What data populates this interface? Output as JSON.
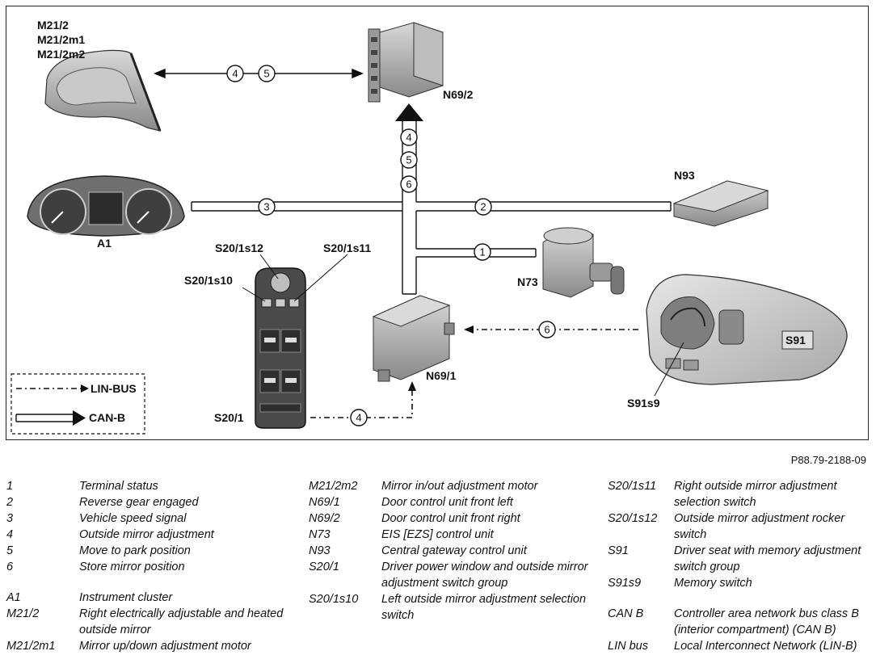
{
  "diagram": {
    "labels": {
      "mirror_1": "M21/2",
      "mirror_2": "M21/2m1",
      "mirror_3": "M21/2m2",
      "door_right": "N69/2",
      "gateway": "N93",
      "cluster": "A1",
      "switch_s12": "S20/1s12",
      "switch_s11": "S20/1s11",
      "switch_s10": "S20/1s10",
      "switch_group": "S20/1",
      "eis": "N73",
      "door_left": "N69/1",
      "seat": "S91",
      "memory_switch": "S91s9"
    },
    "markers": {
      "m_mirror_4": "4",
      "m_mirror_5": "5",
      "m_vert_4": "4",
      "m_vert_5": "5",
      "m_vert_6": "6",
      "m_bus_3": "3",
      "m_bus_2": "2",
      "m_eis_1": "1",
      "m_seat_6": "6",
      "m_switch_4": "4"
    },
    "bus_legend": {
      "lin": "LIN-BUS",
      "can": "CAN-B"
    }
  },
  "reference": "P88.79-2188-09",
  "legend": {
    "col1": [
      {
        "code": "1",
        "desc": "Terminal status"
      },
      {
        "code": "2",
        "desc": "Reverse gear engaged"
      },
      {
        "code": "3",
        "desc": "Vehicle speed signal"
      },
      {
        "code": "4",
        "desc": "Outside mirror adjustment"
      },
      {
        "code": "5",
        "desc": "Move to park position"
      },
      {
        "code": "6",
        "desc": "Store mirror position"
      },
      {
        "code": "A1",
        "desc": "Instrument cluster"
      },
      {
        "code": "M21/2",
        "desc": "Right electrically adjustable and heated outside mirror"
      },
      {
        "code": "M21/2m1",
        "desc": "Mirror up/down adjustment motor"
      }
    ],
    "col2": [
      {
        "code": "M21/2m2",
        "desc": "Mirror in/out adjustment motor"
      },
      {
        "code": "N69/1",
        "desc": "Door control unit front left"
      },
      {
        "code": "N69/2",
        "desc": "Door control unit front right"
      },
      {
        "code": "N73",
        "desc": "EIS [EZS] control unit"
      },
      {
        "code": "N93",
        "desc": "Central gateway control unit"
      },
      {
        "code": "S20/1",
        "desc": "Driver power window and outside mirror adjustment switch group"
      },
      {
        "code": "S20/1s10",
        "desc": "Left outside mirror adjustment selection switch"
      }
    ],
    "col3": [
      {
        "code": "S20/1s11",
        "desc": "Right outside mirror adjustment selection switch"
      },
      {
        "code": "S20/1s12",
        "desc": "Outside mirror adjustment rocker switch"
      },
      {
        "code": "S91",
        "desc": "Driver seat with memory adjustment switch group"
      },
      {
        "code": "S91s9",
        "desc": "Memory switch"
      },
      {
        "code": "CAN B",
        "desc": "Controller area network bus class B (interior compartment) (CAN B)"
      },
      {
        "code": "LIN bus",
        "desc": "Local Interconnect Network (LIN-B)"
      }
    ]
  }
}
